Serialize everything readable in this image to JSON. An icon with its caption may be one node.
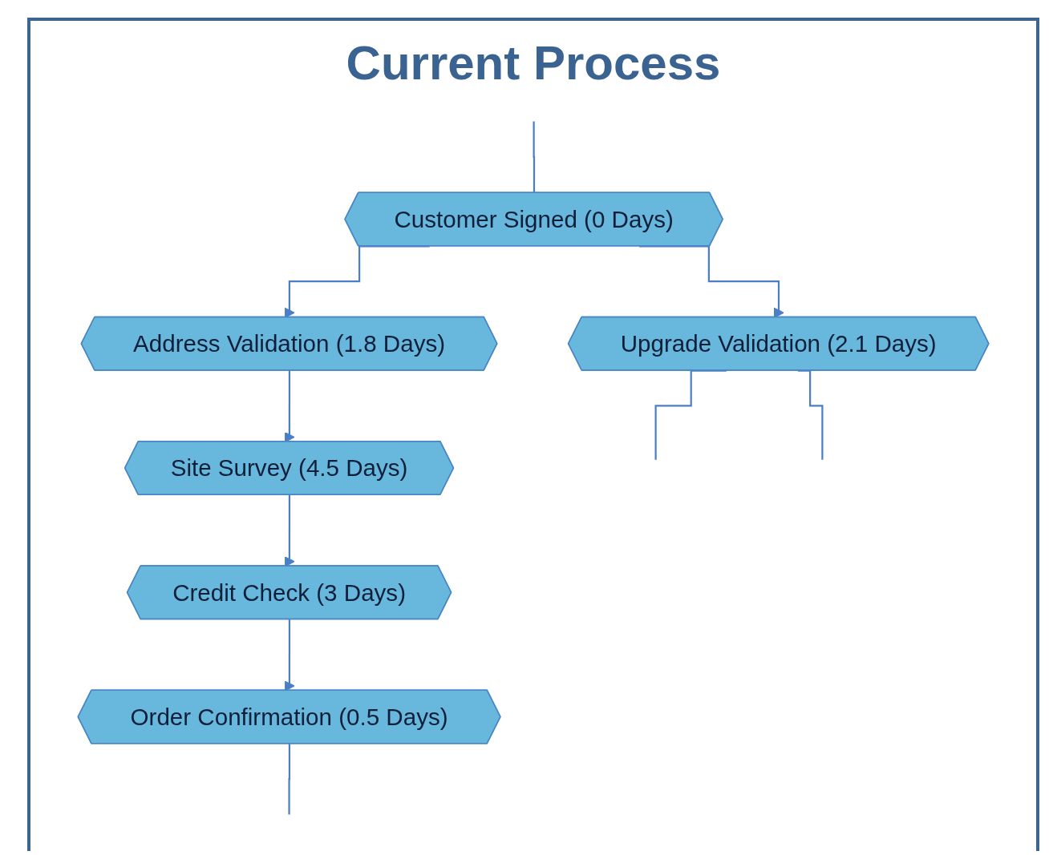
{
  "diagram": {
    "title": "Current Process",
    "nodes": [
      {
        "text": [
          "Customer Signed (0 Days)"
        ]
      },
      {
        "text": [
          "Address Validation (1.8 Days)"
        ]
      },
      {
        "text": [
          "Upgrade Validation (2.1 Days)"
        ]
      },
      {
        "text": [
          "Site Survey (4.5 Days)"
        ]
      },
      {
        "text": [
          "Credit Check (3 Days)"
        ]
      },
      {
        "text": [
          "Order Confirmation (0.5 Days)"
        ]
      }
    ],
    "edges": [
      {
        "from": null,
        "to": 0,
        "arrow": "none"
      },
      {
        "from": 0,
        "to": 1,
        "arrow": "to"
      },
      {
        "from": 0,
        "to": 2,
        "arrow": "to"
      },
      {
        "from": 2,
        "to": null,
        "arrow": "none"
      },
      {
        "from": 2,
        "to": null,
        "arrow": "none"
      },
      {
        "from": 1,
        "to": 3,
        "arrow": "to"
      },
      {
        "from": 3,
        "to": 4,
        "arrow": "to"
      },
      {
        "from": 4,
        "to": 5,
        "arrow": "to"
      },
      {
        "from": 5,
        "to": null,
        "arrow": "none"
      }
    ]
  }
}
